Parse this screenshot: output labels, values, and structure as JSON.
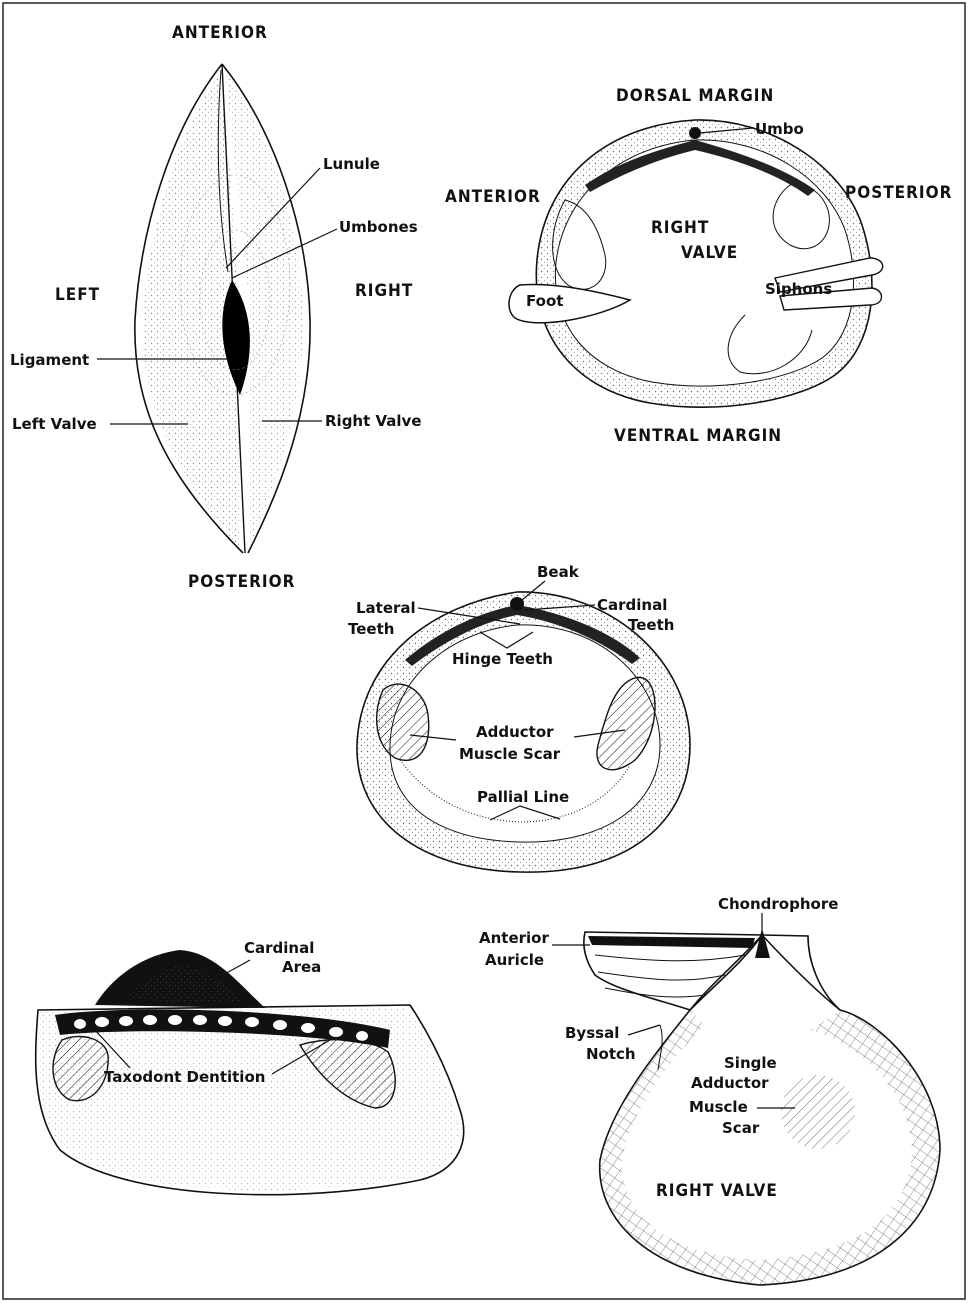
{
  "colors": {
    "ink": "#111111",
    "paper": "#ffffff"
  },
  "top_left": {
    "anterior": "ANTERIOR",
    "posterior": "POSTERIOR",
    "left": "LEFT",
    "right": "RIGHT",
    "lunule": "Lunule",
    "umbones": "Umbones",
    "ligament": "Ligament",
    "left_valve": "Left Valve",
    "right_valve": "Right Valve"
  },
  "top_right": {
    "dorsal_margin": "DORSAL MARGIN",
    "umbo": "Umbo",
    "anterior": "ANTERIOR",
    "posterior": "POSTERIOR",
    "right": "RIGHT",
    "valve": "VALVE",
    "foot": "Foot",
    "siphons": "Siphons",
    "ventral_margin": "VENTRAL MARGIN"
  },
  "middle": {
    "beak": "Beak",
    "lateral_1": "Lateral",
    "lateral_2": "Teeth",
    "cardinal_1": "Cardinal",
    "cardinal_2": "Teeth",
    "hinge": "Hinge Teeth",
    "adductor_1": "Adductor",
    "adductor_2": "Muscle Scar",
    "pallial": "Pallial Line"
  },
  "bottom_left": {
    "cardinal_1": "Cardinal",
    "cardinal_2": "Area",
    "taxodont": "Taxodont Dentition"
  },
  "bottom_right": {
    "chondrophore": "Chondrophore",
    "anterior_1": "Anterior",
    "anterior_2": "Auricle",
    "byssal_1": "Byssal",
    "byssal_2": "Notch",
    "single_1": "Single",
    "single_2": "Adductor",
    "single_3": "Muscle",
    "single_4": "Scar",
    "right_valve": "RIGHT VALVE"
  }
}
